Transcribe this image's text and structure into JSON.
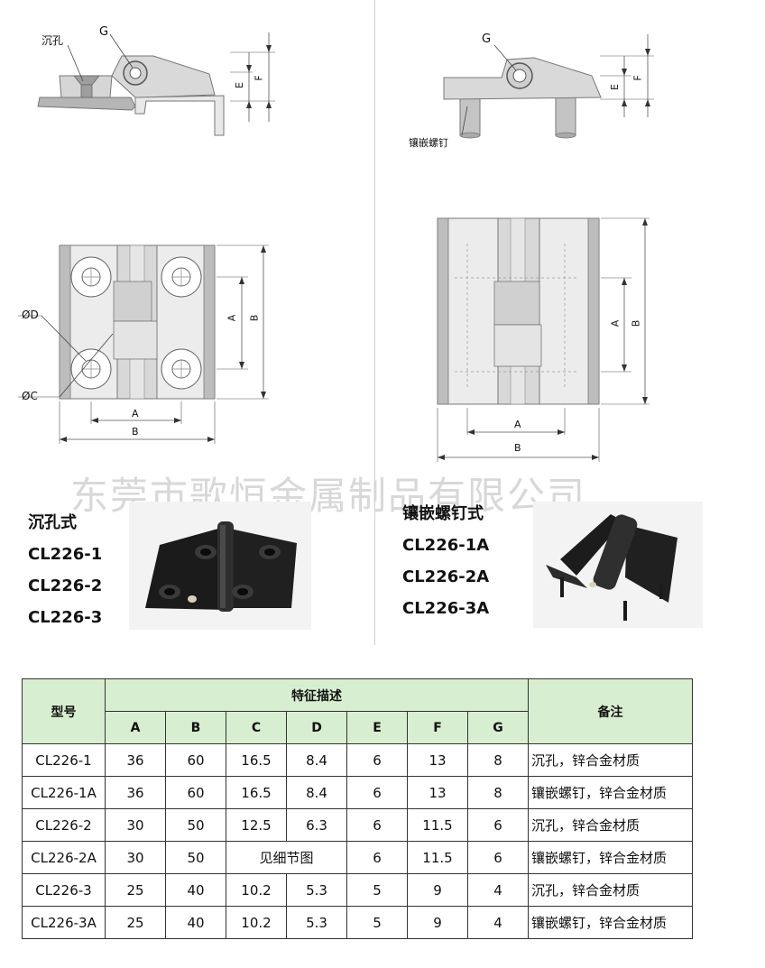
{
  "drawings": {
    "left_side": {
      "countersink_label": "沉孔",
      "g_label": "G",
      "e_label": "E",
      "f_label": "F"
    },
    "right_side": {
      "stud_label": "镶嵌螺钉",
      "g_label": "G",
      "e_label": "E",
      "f_label": "F"
    },
    "left_plan": {
      "d_label": "ØD",
      "c_label": "ØC",
      "a_label": "A",
      "b_label": "B",
      "a_vert_label": "A",
      "b_vert_label": "B"
    },
    "right_plan": {
      "a_label": "A",
      "b_label": "B",
      "a_vert_label": "A",
      "b_vert_label": "B"
    }
  },
  "watermark": "东莞市歌恒金属制品有限公司",
  "left_product": {
    "type": "沉孔式",
    "models": [
      "CL226-1",
      "CL226-2",
      "CL226-3"
    ]
  },
  "right_product": {
    "type": "镶嵌螺钉式",
    "models": [
      "CL226-1A",
      "CL226-2A",
      "CL226-3A"
    ]
  },
  "table": {
    "model_header": "型号",
    "feature_header": "特征描述",
    "note_header": "备注",
    "columns": [
      "A",
      "B",
      "C",
      "D",
      "E",
      "F",
      "G"
    ],
    "rows": [
      {
        "model": "CL226-1",
        "A": "36",
        "B": "60",
        "C": "16.5",
        "D": "8.4",
        "E": "6",
        "F": "13",
        "G": "8",
        "note": "沉孔，锌合金材质"
      },
      {
        "model": "CL226-1A",
        "A": "36",
        "B": "60",
        "C": "16.5",
        "D": "8.4",
        "E": "6",
        "F": "13",
        "G": "8",
        "note": "镶嵌螺钉，锌合金材质"
      },
      {
        "model": "CL226-2",
        "A": "30",
        "B": "50",
        "C": "12.5",
        "D": "6.3",
        "E": "6",
        "F": "11.5",
        "G": "6",
        "note": "沉孔，锌合金材质"
      },
      {
        "model": "CL226-2A",
        "A": "30",
        "B": "50",
        "CD": "见细节图",
        "E": "6",
        "F": "11.5",
        "G": "6",
        "note": "镶嵌螺钉，锌合金材质"
      },
      {
        "model": "CL226-3",
        "A": "25",
        "B": "40",
        "C": "10.2",
        "D": "5.3",
        "E": "5",
        "F": "9",
        "G": "4",
        "note": "沉孔，锌合金材质"
      },
      {
        "model": "CL226-3A",
        "A": "25",
        "B": "40",
        "C": "10.2",
        "D": "5.3",
        "E": "5",
        "F": "9",
        "G": "4",
        "note": "镶嵌螺钉，锌合金材质"
      }
    ]
  }
}
